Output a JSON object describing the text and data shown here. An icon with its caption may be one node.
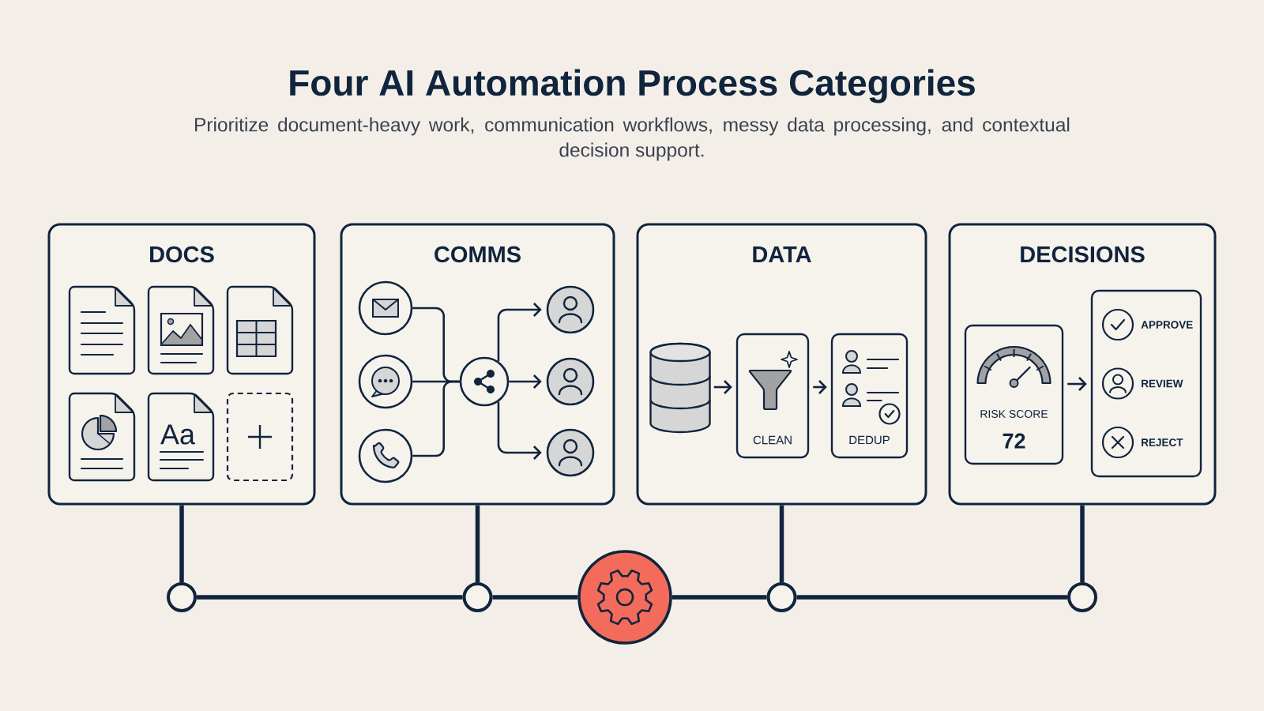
{
  "diagram": {
    "title": "Four AI Automation Process Categories",
    "caption": "Prioritize document-heavy work, communication workflows, messy data processing, and contextual decision support.",
    "nodes": [
      {
        "text": [
          "DOCS"
        ]
      },
      {
        "text": [
          "COMMS"
        ]
      },
      {
        "text": [],
        "shape": "circle",
        "in": 1
      },
      {
        "text": [],
        "shape": "circle",
        "in": 1
      },
      {
        "text": [],
        "shape": "circle",
        "in": 1
      },
      {
        "text": [],
        "shape": "circle",
        "in": 1
      },
      {
        "text": [],
        "shape": "circle",
        "in": 1
      },
      {
        "text": [],
        "shape": "circle",
        "in": 1
      },
      {
        "text": [],
        "shape": "circle",
        "in": 1
      },
      {
        "text": [
          "DATA"
        ]
      },
      {
        "text": [],
        "shape": "cylinder",
        "in": 9
      },
      {
        "text": [
          "CLEAN"
        ],
        "in": 9
      },
      {
        "text": [
          "DEDUP"
        ],
        "in": 9
      },
      {
        "text": [
          "DECISIONS"
        ]
      },
      {
        "text": [
          "RISK SCORE",
          "72"
        ],
        "in": 13
      },
      {
        "text": [
          "APPROVE",
          "REVIEW",
          "REJECT"
        ],
        "in": 13
      },
      {
        "text": [],
        "shape": "circle"
      },
      {
        "text": [],
        "shape": "circle"
      },
      {
        "text": [],
        "shape": "circle"
      },
      {
        "text": [],
        "shape": "circle"
      },
      {
        "text": [],
        "shape": "circle"
      }
    ],
    "edges": [
      {
        "from": 2,
        "to": 5,
        "arrow": "none"
      },
      {
        "from": 3,
        "to": 5,
        "arrow": "none"
      },
      {
        "from": 4,
        "to": 5,
        "arrow": "none"
      },
      {
        "from": 5,
        "to": 6,
        "arrow": "to"
      },
      {
        "from": 5,
        "to": 7,
        "arrow": "to"
      },
      {
        "from": 5,
        "to": 8,
        "arrow": "to"
      },
      {
        "from": 10,
        "to": 11,
        "arrow": "to"
      },
      {
        "from": 11,
        "to": 12,
        "arrow": "to"
      },
      {
        "from": 14,
        "to": 15,
        "arrow": "to"
      },
      {
        "from": 0,
        "to": 16,
        "arrow": "none",
        "style": "thick"
      },
      {
        "from": 1,
        "to": 17,
        "arrow": "none",
        "style": "thick"
      },
      {
        "from": 9,
        "to": 19,
        "arrow": "none",
        "style": "thick"
      },
      {
        "from": 13,
        "to": 20,
        "arrow": "none",
        "style": "thick"
      },
      {
        "from": 16,
        "to": 17,
        "arrow": "none",
        "style": "thick"
      },
      {
        "from": 17,
        "to": 18,
        "arrow": "none",
        "style": "thick"
      },
      {
        "from": 18,
        "to": 19,
        "arrow": "none",
        "style": "thick"
      },
      {
        "from": 19,
        "to": 20,
        "arrow": "none",
        "style": "thick"
      }
    ],
    "labels": [
      "Aa"
    ]
  }
}
